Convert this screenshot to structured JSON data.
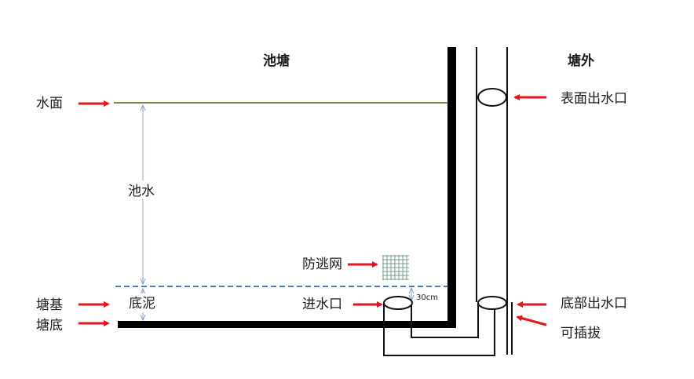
{
  "headers": {
    "pond": "池塘",
    "outside": "塘外"
  },
  "labels": {
    "water_surface": "水面",
    "pond_water": "池水",
    "sludge": "底泥",
    "pond_base": "塘基",
    "pond_bottom": "塘底",
    "escape_net": "防逃网",
    "inlet": "进水口",
    "clearance": "30cm",
    "surface_outlet": "表面出水口",
    "bottom_outlet": "底部出水口",
    "removable": "可插拔"
  },
  "colors": {
    "arrow": "#e8141b",
    "water_line": "#808a3e",
    "sludge_line": "#4a7db8",
    "dimension": "#8aa4c8",
    "wall": "#000000",
    "net": "#7a9a8e"
  }
}
